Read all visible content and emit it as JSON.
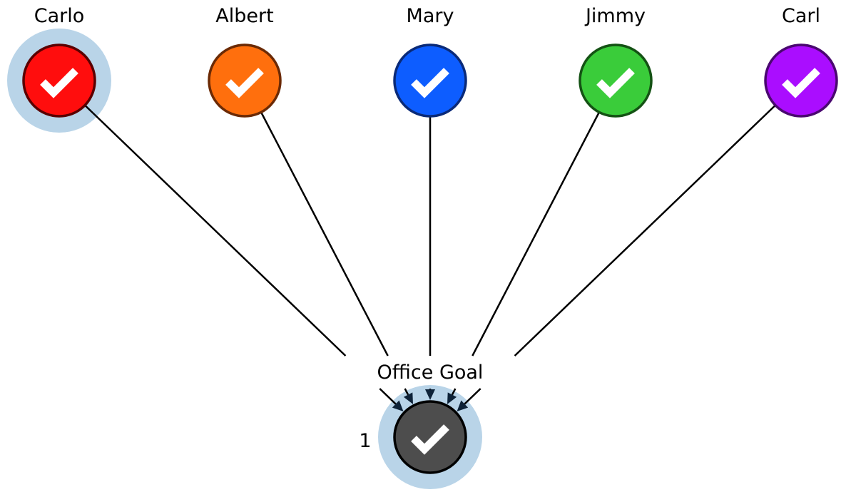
{
  "diagram": {
    "members": [
      {
        "id": "carlo",
        "label": "Carlo",
        "fill": "#ff0d0d",
        "stroke": "#5a0000",
        "highlighted": true,
        "status_icon": "check-icon"
      },
      {
        "id": "albert",
        "label": "Albert",
        "fill": "#ff6f0d",
        "stroke": "#6b2a05",
        "highlighted": false,
        "status_icon": "check-icon"
      },
      {
        "id": "mary",
        "label": "Mary",
        "fill": "#0d5dff",
        "stroke": "#0a2a78",
        "highlighted": false,
        "status_icon": "check-icon"
      },
      {
        "id": "jimmy",
        "label": "Jimmy",
        "fill": "#3acc3a",
        "stroke": "#145214",
        "highlighted": false,
        "status_icon": "check-icon"
      },
      {
        "id": "carl",
        "label": "Carl",
        "fill": "#aa0dff",
        "stroke": "#4a0870",
        "highlighted": false,
        "status_icon": "check-icon"
      }
    ],
    "goal": {
      "label": "Office Goal",
      "rank": "1",
      "fill": "#4d4d4d",
      "stroke": "#000000",
      "highlighted": true,
      "status_icon": "check-icon"
    },
    "halo_color": "#b9d4e8",
    "edge_color": "#000000",
    "arrow_color": "#0d2238"
  }
}
